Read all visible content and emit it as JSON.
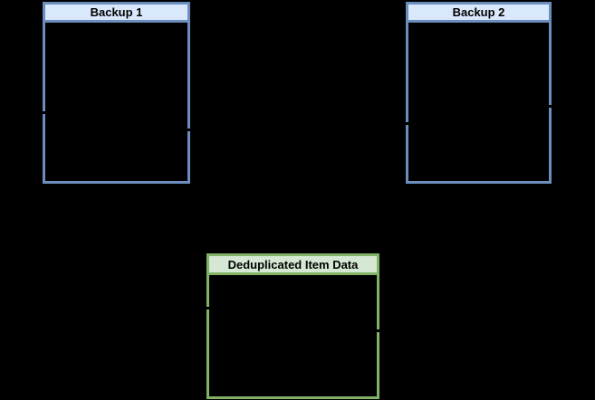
{
  "canvas": {
    "background_color": "#000000"
  },
  "diagram": {
    "type": "block-diagram",
    "boxes": [
      {
        "title": "Backup 1",
        "border_color": "#6c8ebf",
        "header_fill": "#dae8fc",
        "body_fill": "#000000",
        "text_color": "#000000"
      },
      {
        "title": "Backup 2",
        "border_color": "#6c8ebf",
        "header_fill": "#dae8fc",
        "body_fill": "#000000",
        "text_color": "#000000"
      },
      {
        "title": "Deduplicated Item Data",
        "border_color": "#82b366",
        "header_fill": "#d5e8d4",
        "body_fill": "#000000",
        "text_color": "#000000"
      }
    ],
    "connector_color": "#000000"
  }
}
